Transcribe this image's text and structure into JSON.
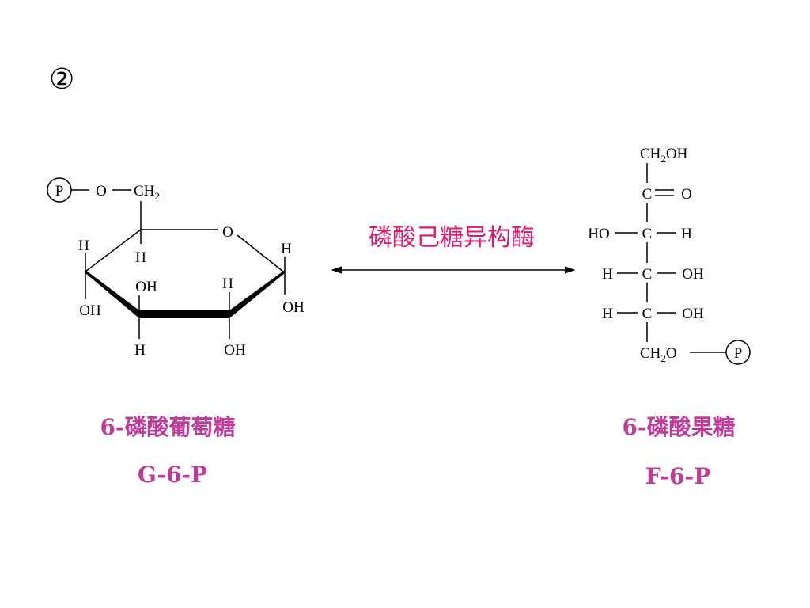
{
  "step_marker": "②",
  "enzyme": {
    "text": "磷酸己糖异构酶",
    "color": "#e0186c"
  },
  "caption_color": "#c13a9a",
  "g6p": {
    "name": "6-磷酸葡萄糖",
    "abbr": "G-6-P",
    "atoms": {
      "p": "P",
      "o_link": "O",
      "ch2": "CH",
      "ch2_sub": "2",
      "ring_o": "O",
      "c5_h": "H",
      "c4_h_top": "H",
      "c4_oh": "OH",
      "c3_oh": "OH",
      "c3_h": "H",
      "c2_h": "H",
      "c2_oh": "OH",
      "c1_h": "H",
      "c1_oh": "OH"
    }
  },
  "f6p": {
    "name": "6-磷酸果糖",
    "abbr": "F-6-P",
    "atoms": {
      "c1": "CH",
      "c1_sub": "2",
      "c1_oh": "OH",
      "c2": "C",
      "c2_o": "O",
      "c3_ho": "HO",
      "c3": "C",
      "c3_h": "H",
      "c4_h": "H",
      "c4": "C",
      "c4_oh": "OH",
      "c5_h": "H",
      "c5": "C",
      "c5_oh": "OH",
      "c6": "CH",
      "c6_sub": "2",
      "c6_o": "O",
      "p": "P"
    }
  }
}
